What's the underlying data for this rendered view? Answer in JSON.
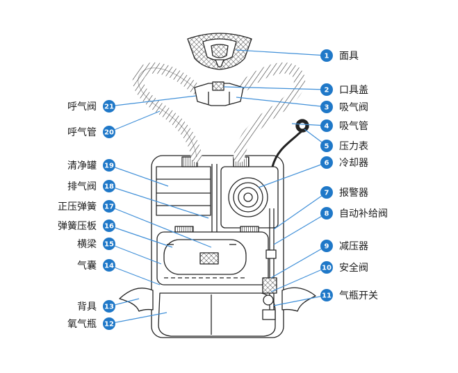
{
  "colors": {
    "badge": "#1f78c8",
    "leader": "#3f8fd8",
    "outline": "#222222",
    "text": "#1a1a1a"
  },
  "callouts": [
    {
      "n": "1",
      "label": "面具"
    },
    {
      "n": "2",
      "label": "口具盖"
    },
    {
      "n": "3",
      "label": "吸气阀"
    },
    {
      "n": "4",
      "label": "吸气管"
    },
    {
      "n": "5",
      "label": "压力表"
    },
    {
      "n": "6",
      "label": "冷却器"
    },
    {
      "n": "7",
      "label": "报警器"
    },
    {
      "n": "8",
      "label": "自动补给阀"
    },
    {
      "n": "9",
      "label": "减压器"
    },
    {
      "n": "10",
      "label": "安全阀"
    },
    {
      "n": "11",
      "label": "气瓶开关"
    },
    {
      "n": "12",
      "label": "氧气瓶"
    },
    {
      "n": "13",
      "label": "背具"
    },
    {
      "n": "14",
      "label": "气囊"
    },
    {
      "n": "15",
      "label": "横梁"
    },
    {
      "n": "16",
      "label": "弹簧压板"
    },
    {
      "n": "17",
      "label": "正压弹簧"
    },
    {
      "n": "18",
      "label": "排气阀"
    },
    {
      "n": "19",
      "label": "清净罐"
    },
    {
      "n": "20",
      "label": "呼气管"
    },
    {
      "n": "21",
      "label": "呼气阀"
    }
  ]
}
